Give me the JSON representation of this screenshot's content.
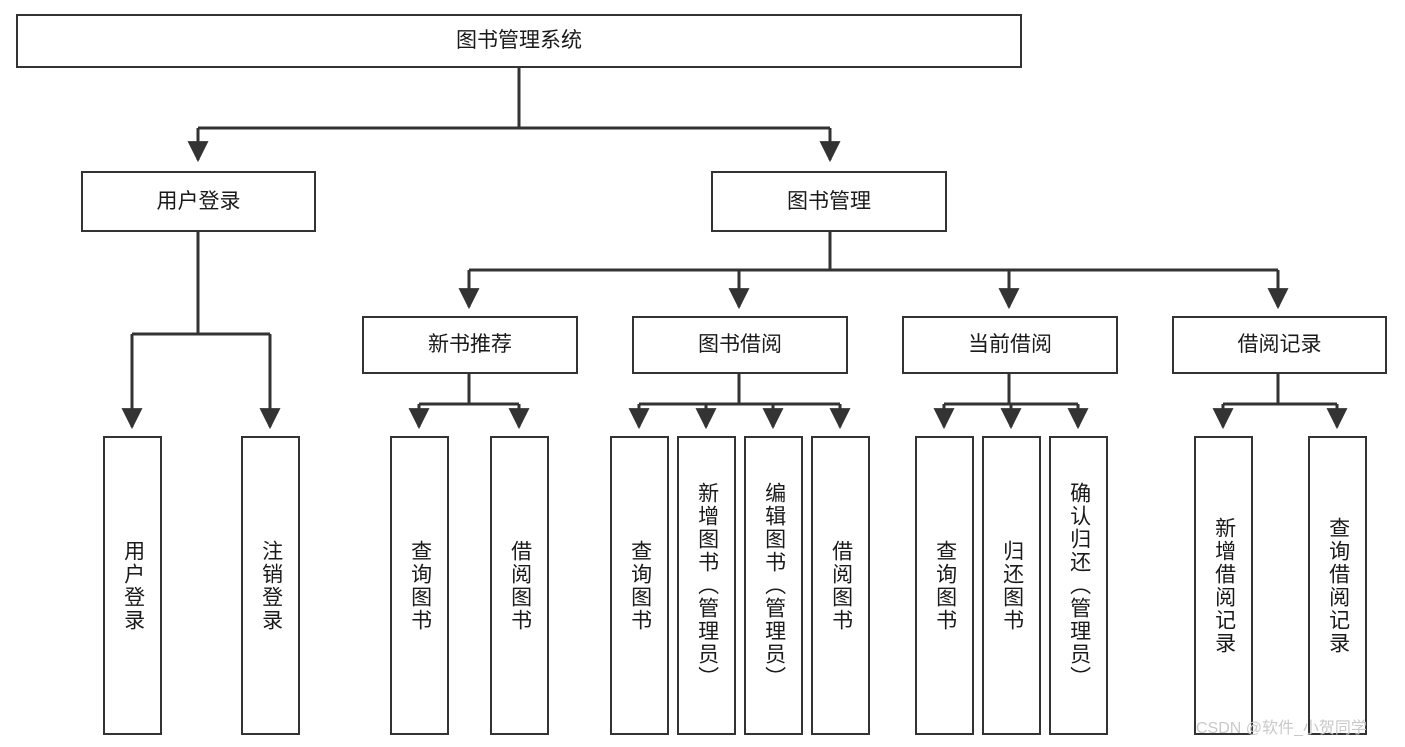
{
  "diagram": {
    "title_node": {
      "label": "图书管理系统"
    },
    "level2": [
      {
        "id": "user-login",
        "label": "用户登录"
      },
      {
        "id": "book-manage",
        "label": "图书管理"
      }
    ],
    "level3": [
      {
        "id": "new-book-rec",
        "label": "新书推荐"
      },
      {
        "id": "book-borrow",
        "label": "图书借阅"
      },
      {
        "id": "current-borrow",
        "label": "当前借阅"
      },
      {
        "id": "borrow-record",
        "label": "借阅记录"
      }
    ],
    "leaves": {
      "user_login": [
        {
          "id": "leaf-user-login",
          "label": "用户登录"
        },
        {
          "id": "leaf-logout",
          "label": "注销登录"
        }
      ],
      "new_book_rec": [
        {
          "id": "leaf-query-book-1",
          "label": "查询图书"
        },
        {
          "id": "leaf-borrow-book-1",
          "label": "借阅图书"
        }
      ],
      "book_borrow": [
        {
          "id": "leaf-query-book-2",
          "label": "查询图书"
        },
        {
          "id": "leaf-add-book",
          "label": "新增图书（管理员）"
        },
        {
          "id": "leaf-edit-book",
          "label": "编辑图书（管理员）"
        },
        {
          "id": "leaf-borrow-book-2",
          "label": "借阅图书"
        }
      ],
      "current_borrow": [
        {
          "id": "leaf-query-book-3",
          "label": "查询图书"
        },
        {
          "id": "leaf-return-book",
          "label": "归还图书"
        },
        {
          "id": "leaf-confirm-return",
          "label": "确认归还（管理员）"
        }
      ],
      "borrow_record": [
        {
          "id": "leaf-add-record",
          "label": "新增借阅记录"
        },
        {
          "id": "leaf-query-record",
          "label": "查询借阅记录"
        }
      ]
    }
  },
  "watermark": {
    "text": "CSDN @软件_小贺同学"
  },
  "colors": {
    "stroke": "#333333",
    "background": "#ffffff",
    "text": "#1a1a1a",
    "watermark": "#c9c9c9"
  }
}
